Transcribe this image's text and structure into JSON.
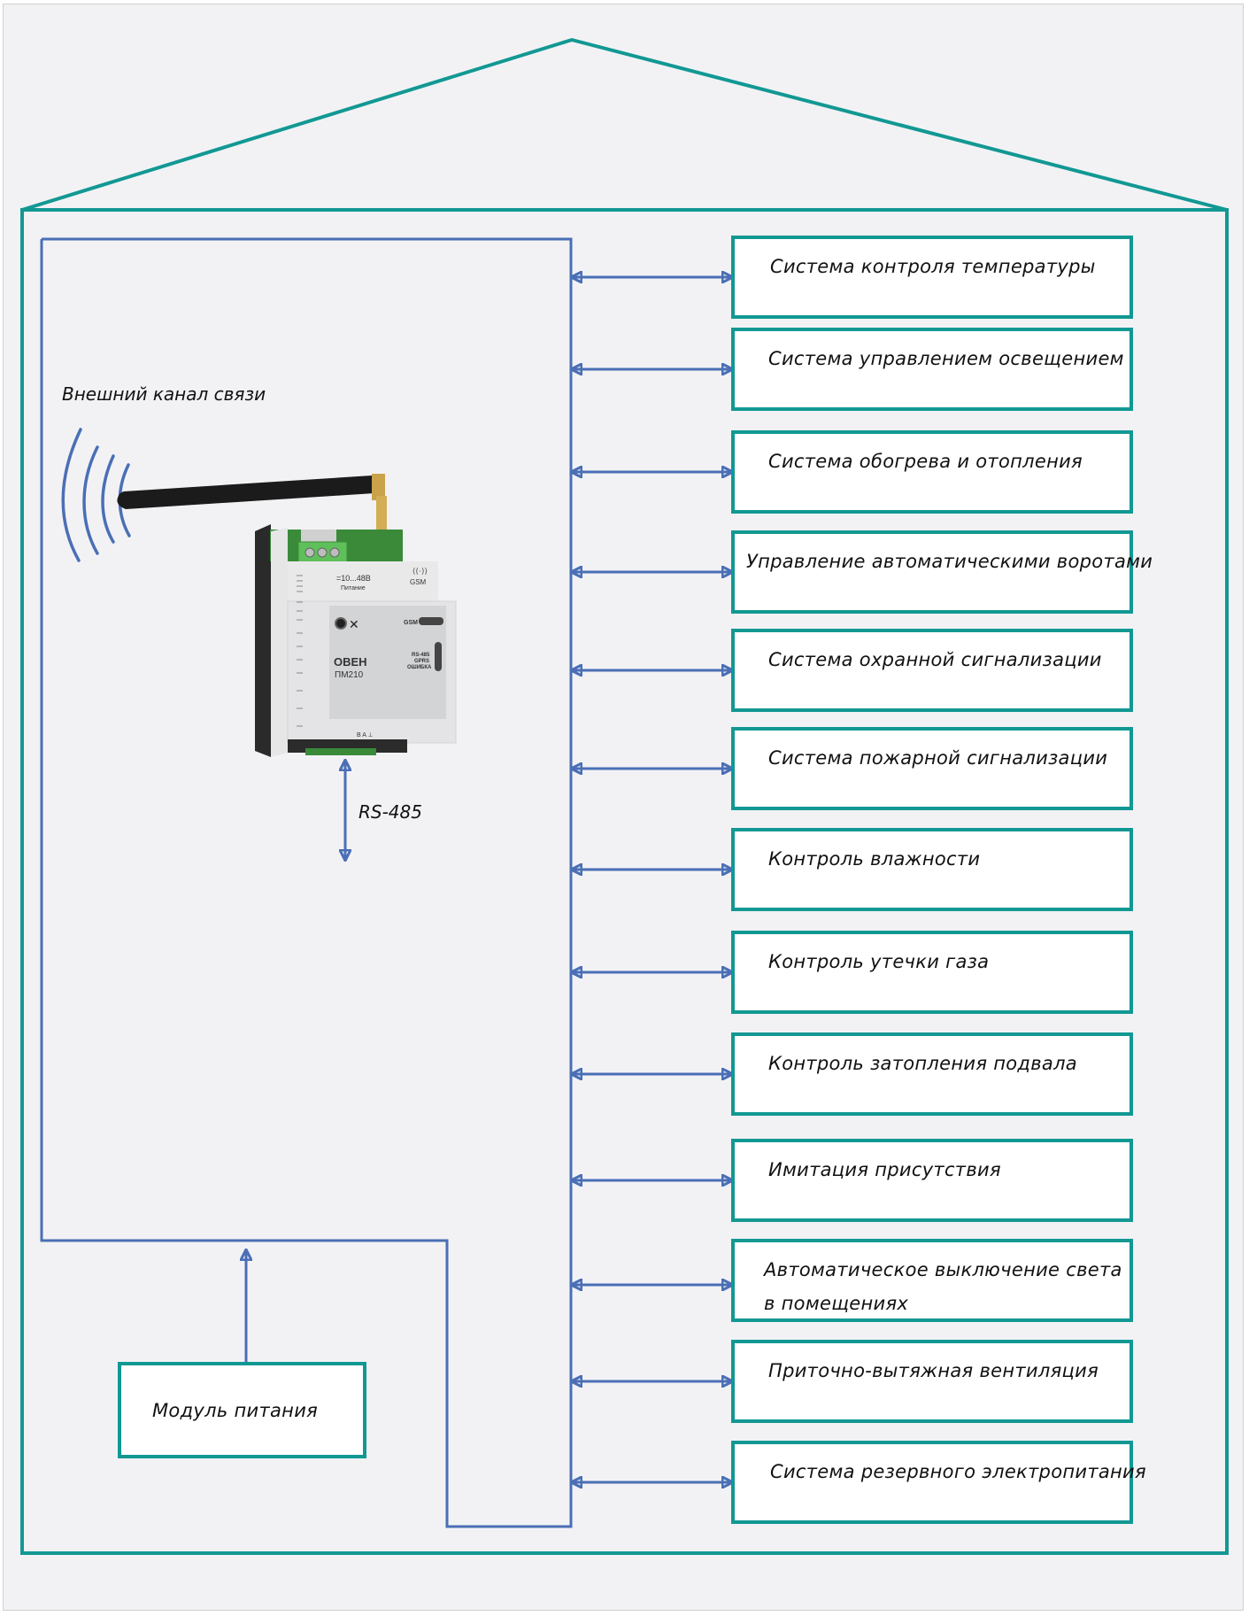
{
  "diagram": {
    "external_channel_label": "Внешний канал связи",
    "bus_label": "RS-485",
    "power_module_label": "Модуль питания",
    "device": {
      "brand": "ОВЕН",
      "model": "ПМ210",
      "power_label": "=10...48В",
      "power_caption": "Питание",
      "gsm_label": "GSM",
      "gsm_indicator_label": "GSM",
      "indicators": [
        "RS-485",
        "GPRS",
        "ОШИБКА"
      ],
      "bottom_terminals": "B A ⊥"
    },
    "systems": [
      {
        "lines": [
          "Система контроля температуры"
        ]
      },
      {
        "lines": [
          "Система управлением освещением"
        ]
      },
      {
        "lines": [
          "Система обогрева и отопления"
        ]
      },
      {
        "lines": [
          "Управление автоматическими воротами"
        ]
      },
      {
        "lines": [
          "Система охранной сигнализации"
        ]
      },
      {
        "lines": [
          "Система пожарной сигнализации"
        ]
      },
      {
        "lines": [
          "Контроль влажности"
        ]
      },
      {
        "lines": [
          "Контроль утечки газа"
        ]
      },
      {
        "lines": [
          "Контроль затопления подвала"
        ]
      },
      {
        "lines": [
          "Имитация присутствия"
        ]
      },
      {
        "lines": [
          "Автоматическое выключение света",
          "в помещениях"
        ]
      },
      {
        "lines": [
          "Приточно-вытяжная вентиляция"
        ]
      },
      {
        "lines": [
          "Система резервного электропитания"
        ]
      }
    ],
    "colors": {
      "house": "#129893",
      "bus": "#4a6fb5",
      "box_fill": "#ffffff",
      "background": "#f2f2f5"
    }
  }
}
